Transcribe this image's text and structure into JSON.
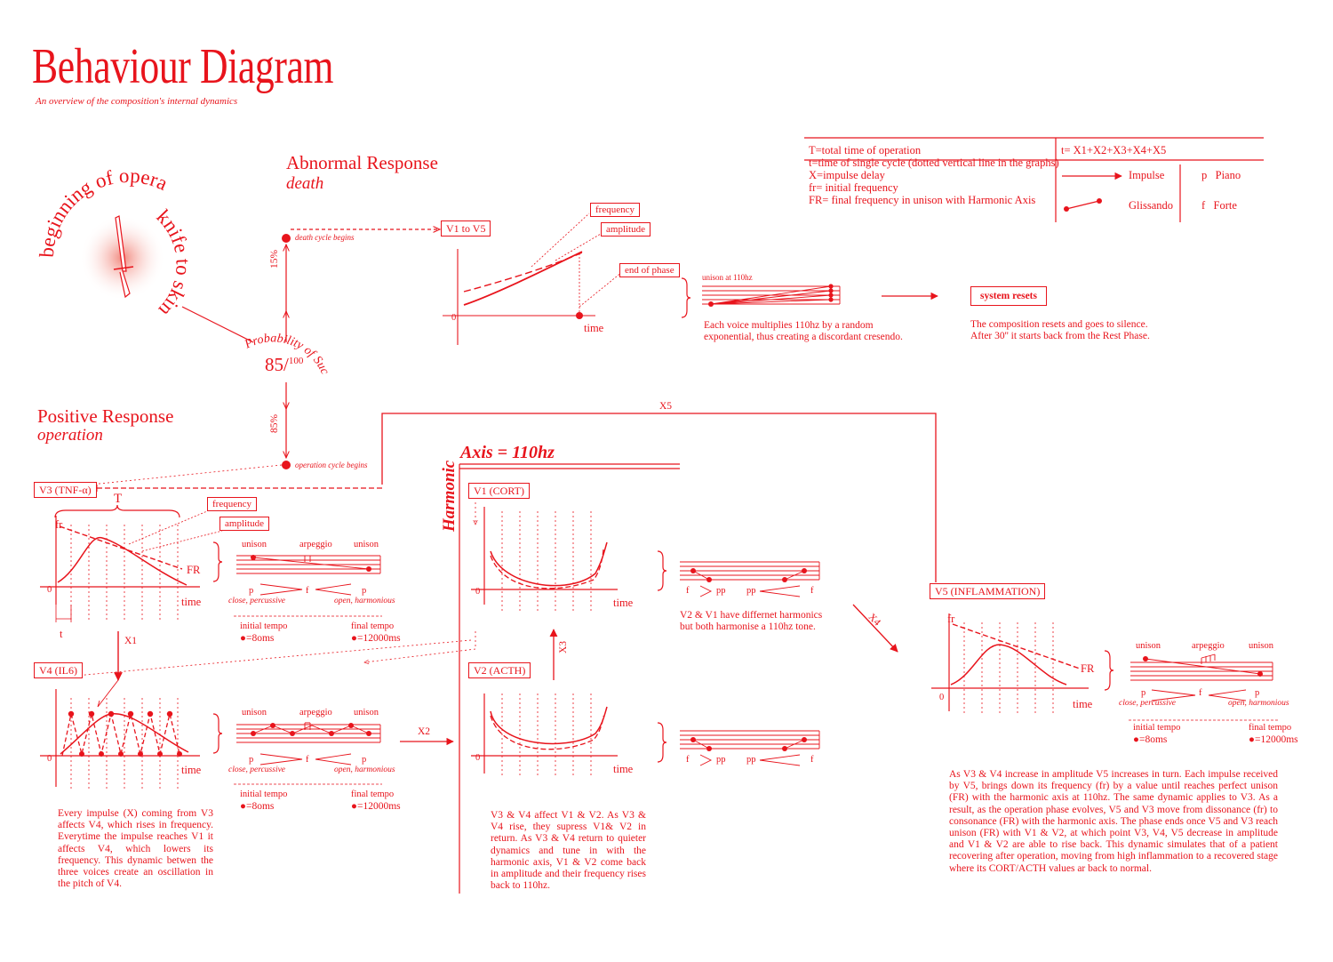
{
  "header": {
    "title": "Behaviour Diagram",
    "subtitle": "An overview of the composition's internal dynamics"
  },
  "circle": {
    "ring_top": "beginning of operation",
    "ring_right": "knife to skin",
    "probability_label": "Probability of Success",
    "probability_value": "85/",
    "probability_denominator": "100"
  },
  "abnormal": {
    "title": "Abnormal Response",
    "subtitle": "death",
    "percent": "15%",
    "cycle_label": "death cycle begins",
    "voice_box": "V1 to V5",
    "labels": {
      "frequency": "frequency",
      "amplitude": "amplitude",
      "end_of_phase": "end of phase"
    },
    "axis_zero": "0",
    "axis_time": "time",
    "staff_label": "unison at 110hz",
    "description": "Each voice multiplies 110hz by a random exponential, thus creating a discordant cresendo.",
    "reset_box": "system resets",
    "reset_text_1": "The composition resets and goes to silence.",
    "reset_text_2": "After 30'' it starts back from the Rest Phase."
  },
  "legend": {
    "defs": [
      "T=total time of operation",
      "t=time of single cycle (dotted vertical line in the graphs)",
      "X=impulse delay",
      "fr= initial frequency",
      "FR= final frequency in unison with Harmonic Axis"
    ],
    "formula": "t= X1+X2+X3+X4+X5",
    "impulse": "Impulse",
    "glissando": "Glissando",
    "p_symbol": "p",
    "p_label": "Piano",
    "f_symbol": "f",
    "f_label": "Forte"
  },
  "positive": {
    "title": "Positive Response",
    "subtitle": "operation",
    "percent": "85%",
    "cycle_label": "operation cycle begins",
    "x5": "X5"
  },
  "v3": {
    "box": "V3 (TNF-α)",
    "T": "T",
    "t": "t",
    "frequency": "frequency",
    "amplitude": "amplitude",
    "fr": "fr",
    "FR": "FR",
    "zero": "0",
    "time": "time",
    "unison_l": "unison",
    "arpeggio": "arpeggio",
    "unison_r": "unison",
    "p_l": "p",
    "f_mid": "f",
    "p_r": "p",
    "close": "close, percussive",
    "open": "open, harmonious",
    "init_tempo": "initial tempo",
    "final_tempo": "final tempo",
    "init_val": "=8oms",
    "final_val": "=12000ms"
  },
  "x1": "X1",
  "v4": {
    "box": "V4 (IL6)",
    "zero": "0",
    "time": "time",
    "unison_l": "unison",
    "arpeggio": "arpeggio",
    "unison_r": "unison",
    "p_l": "p",
    "f_mid": "f",
    "p_r": "p",
    "close": "close, percussive",
    "open": "open, harmonious",
    "init_tempo": "initial tempo",
    "final_tempo": "final tempo",
    "init_val": "=8oms",
    "final_val": "=12000ms",
    "description": "Every impulse (X) coming from V3 affects V4, which rises in frequency. Everytime the impulse reaches V1 it affects V4, which lowers its frequency. This dynamic betwen the three voices create an oscillation in the pitch of V4."
  },
  "x2": "X2",
  "axis": {
    "title": "Axis = 110hz",
    "harmonic": "Harmonic"
  },
  "v1": {
    "box": "V1 (CORT)",
    "zero": "0",
    "time": "time",
    "f_l": "f",
    "pp_l": "pp",
    "pp_r": "pp",
    "f_r": "f",
    "description": "V2 & V1 have differnet harmonics but both harmonise a 110hz tone."
  },
  "x3": "X3",
  "v2": {
    "box": "V2 (ACTH)",
    "zero": "0",
    "time": "time",
    "f_l": "f",
    "pp_l": "pp",
    "pp_r": "pp",
    "f_r": "f",
    "description": "V3 & V4 affect V1 & V2. As V3 & V4 rise, they supress V1& V2 in return. As V3 & V4 return to quieter dynamics and tune in with the harmonic axis, V1 & V2 come back in amplitude and their frequency rises back to 110hz."
  },
  "x4": "X4",
  "v5": {
    "box": "V5 (INFLAMMATION)",
    "fr": "fr",
    "FR": "FR",
    "zero": "0",
    "time": "time",
    "unison_l": "unison",
    "arpeggio": "arpeggio",
    "unison_r": "unison",
    "p_l": "p",
    "f_mid": "f",
    "p_r": "p",
    "close": "close, percussive",
    "open": "open, harmonious",
    "init_tempo": "initial tempo",
    "final_tempo": "final tempo",
    "init_val": "=8oms",
    "final_val": "=12000ms",
    "description": "As V3 & V4 increase in amplitude V5 increases in turn. Each impulse received by V5, brings down its frequency (fr) by a value until reaches perfect unison (FR) with the harmonic axis at 110hz. The same dynamic applies to V3. As a result, as the operation phase evolves, V5 and V3 move from dissonance (fr) to consonance (FR) with the harmonic axis. The phase ends once V5 and V3 reach unison (FR) with V1 & V2, at which point V3, V4, V5 decrease in amplitude and V1 & V2 are able to rise back. This dynamic simulates that of a patient recovering after operation, moving from high inflammation to a recovered stage where its CORT/ACTH values ar back to normal."
  },
  "colors": {
    "accent": "#e8141c",
    "background": "#ffffff"
  }
}
